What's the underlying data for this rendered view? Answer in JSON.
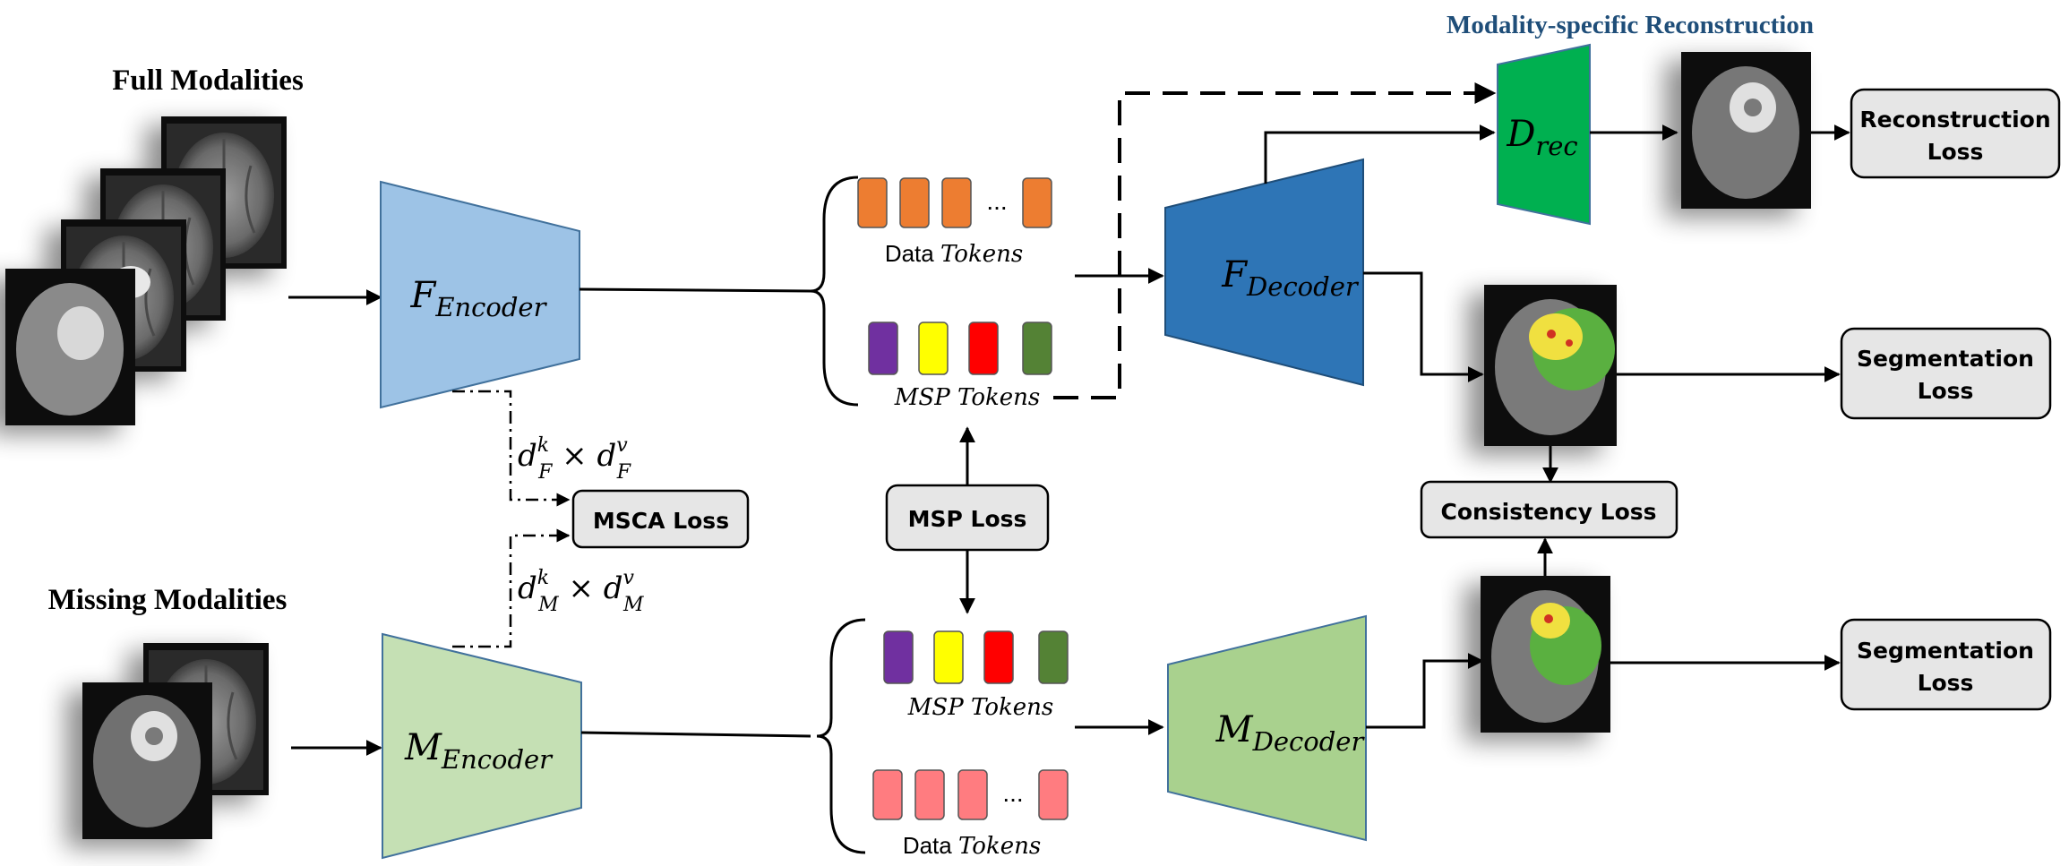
{
  "titles": {
    "full_modalities": "Full Modalities",
    "missing_modalities": "Missing Modalities",
    "reconstruction_header": "Modality-specific Reconstruction"
  },
  "encoders": {
    "full": {
      "letter": "F",
      "sub": "Encoder",
      "color": "#9dc3e6"
    },
    "missing": {
      "letter": "M",
      "sub": "Encoder",
      "color": "#c5e0b4"
    }
  },
  "decoders": {
    "full": {
      "letter": "F",
      "sub": "Decoder",
      "color": "#2e75b6"
    },
    "missing": {
      "letter": "M",
      "sub": "Decoder",
      "color": "#a9d18e"
    },
    "reconstruction": {
      "letter": "D",
      "sub": "rec",
      "color": "#00b050"
    }
  },
  "tokens": {
    "full_data": {
      "label_plain": "Data ",
      "label_math": "Tokens",
      "ellipsis": "...",
      "color": "#ed7d31"
    },
    "full_msp": {
      "label_plain": "",
      "label_math": "MSP Tokens",
      "colors": [
        "#7030a0",
        "#ffff00",
        "#ff0000",
        "#548235"
      ]
    },
    "missing_msp": {
      "label_plain": "",
      "label_math": "MSP Tokens",
      "colors": [
        "#7030a0",
        "#ffff00",
        "#ff0000",
        "#548235"
      ]
    },
    "missing_data": {
      "label_plain": "Data ",
      "label_math": "Tokens",
      "ellipsis": "...",
      "color": "#ff7c80"
    }
  },
  "losses": {
    "msca": "MSCA Loss",
    "msp": "MSP Loss",
    "reconstruction": [
      "Reconstruction",
      "Loss"
    ],
    "segmentation_full": [
      "Segmentation",
      "Loss"
    ],
    "segmentation_missing": [
      "Segmentation",
      "Loss"
    ],
    "consistency": "Consistency Loss"
  },
  "dims": {
    "full": {
      "d": "d",
      "k": "k",
      "v": "v",
      "sub": "F",
      "times": " × "
    },
    "missing": {
      "d": "d",
      "k": "k",
      "v": "v",
      "sub": "M",
      "times": " × "
    }
  },
  "colors": {
    "loss_box_fill": "#e6e6e6",
    "loss_box_stroke": "#000000",
    "tumor_edema": "#5ab040",
    "tumor_enhancing": "#f0e040",
    "tumor_core": "#d03020",
    "title_blue": "#1f4e79"
  }
}
